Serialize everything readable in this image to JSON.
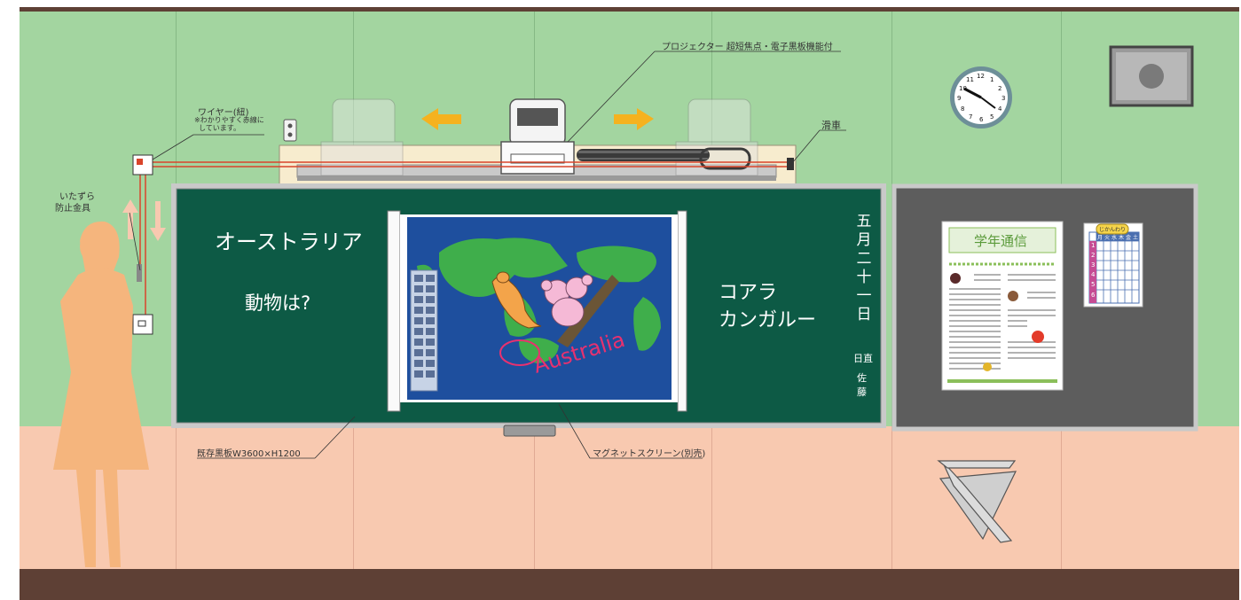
{
  "callouts": {
    "projector": "プロジェクター 超短焦点・電子黒板機能付",
    "wire": "ワイヤー(紐)",
    "wire_note1": "※わかりやすく赤線に",
    "wire_note2": "しています。",
    "pulley": "滑車",
    "prank_line1": "いたずら",
    "prank_line2": "防止金具",
    "blackboard": "既存黒板W3600×H1200",
    "screen": "マグネットスクリーン(別売)"
  },
  "board": {
    "left_title": "オーストラリア",
    "left_question": "動物は?",
    "right_line1": "コアラ",
    "right_line2": "カンガルー",
    "date_chars": [
      "五",
      "月",
      "二",
      "十",
      "一",
      "日"
    ],
    "duty_label": "日直",
    "duty_name1": "佐",
    "duty_name2": "藤"
  },
  "screen": {
    "handwriting": "Australia"
  },
  "clock": {
    "numbers": [
      "12",
      "1",
      "2",
      "3",
      "4",
      "5",
      "6",
      "7",
      "8",
      "9",
      "10",
      "11"
    ]
  },
  "newsletter": {
    "title": "学年通信"
  },
  "timetable": {
    "title": "じかんわり",
    "days": [
      "月",
      "火",
      "水",
      "木",
      "金",
      "土"
    ],
    "periods": [
      "1",
      "2",
      "3",
      "4",
      "5",
      "6"
    ]
  },
  "colors": {
    "wall": "#a3d5a0",
    "lower_wall": "#f8c9b0",
    "floor": "#5e4035",
    "blackboard": "#0d5a45",
    "wire": "#d9442a",
    "arrow": "#f5b21f",
    "person": "#f5b57d"
  }
}
